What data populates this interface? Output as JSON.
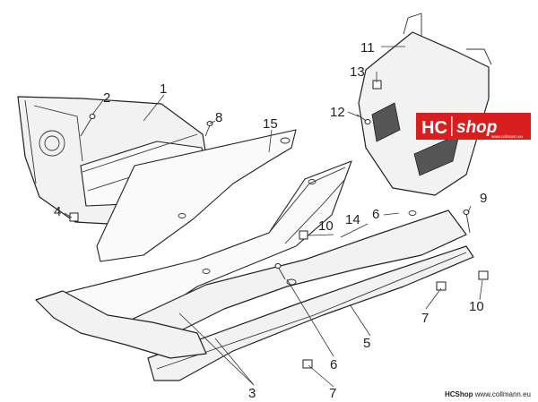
{
  "callouts": {
    "c1": "1",
    "c2": "2",
    "c3": "3",
    "c4": "4",
    "c5": "5",
    "c6a": "6",
    "c6b": "6",
    "c7a": "7",
    "c7b": "7",
    "c8": "8",
    "c9": "9",
    "c10a": "10",
    "c10b": "10",
    "c11": "11",
    "c12": "12",
    "c13": "13",
    "c14": "14",
    "c15": "15"
  },
  "logo": {
    "hc": "HC",
    "shop": "shop",
    "small": "www.collmann.eu"
  },
  "footer": {
    "brand": "HCShop",
    "url": "www.collmann.eu"
  },
  "colors": {
    "logo_bg": "#d81e1e",
    "line": "#222222"
  }
}
